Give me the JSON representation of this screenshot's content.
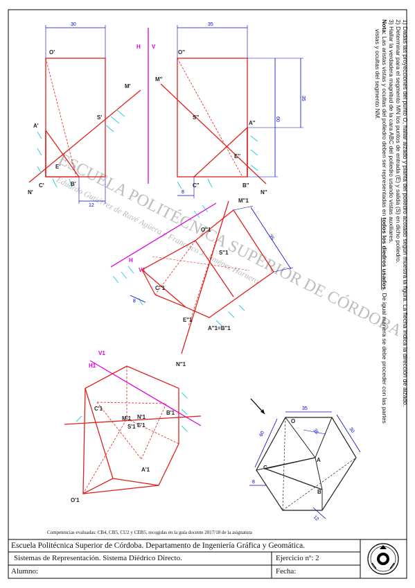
{
  "instructions": {
    "line1": "1)  Dadas las proyecciones del punto O, hallar alzado y planta del poliedro acotado según muestra la figura. La flecha indica la dirección de alzado.",
    "line2": "2)  Determinar para el segmento MN los puntos de entrada (E) y salida (S) en dicho poliedro.",
    "line3": "3)  Hallar la verdadera magnitud de la cara ABC del poliedro usando vistas auxiliares.",
    "note_label": "Nota:",
    "note_text": " Las aristas vistas y ocultas del poliedro deben ser representadas en ",
    "note_bold": "todos los diedros usados",
    "note_text2": ". De igual manera se debe proceder con las partes",
    "line5": "vistas y ocultas del segmento NM."
  },
  "labels": {
    "O1": "O'",
    "O2": "O''",
    "A1": "A'",
    "A2": "A''",
    "B1": "B'",
    "B2": "B''",
    "C1": "C'",
    "C2": "C''",
    "E1": "E'",
    "E2": "E''",
    "S1": "S'",
    "S2": "S''",
    "M1": "M'",
    "M2": "M''",
    "N1": "N'",
    "N2": "N''",
    "H": "H",
    "V": "V",
    "H1": "H",
    "V1": "V1",
    "H1b": "H1",
    "V1b": "V1",
    "O21": "O''1",
    "S21": "S''1",
    "M21": "M''1",
    "C21": "C''1",
    "E21": "E''1",
    "AB21": "A''1=B''1",
    "N21": "N''1",
    "C11": "C'1",
    "B11": "B'1",
    "M11": "M'1",
    "N11": "N'1",
    "E11": "E'1",
    "S11": "S'1",
    "A11": "A'1",
    "O11": "O'1",
    "iso_O": "O",
    "iso_A": "A",
    "iso_B": "B",
    "iso_C": "C"
  },
  "dims": {
    "d30": "30",
    "d35": "35",
    "d35v": "35",
    "d60": "60",
    "d12": "12",
    "d8": "8",
    "d35r": "35",
    "d8r": "8",
    "iso35": "35",
    "iso30": "30",
    "iso35b": "35",
    "iso60": "60",
    "iso8": "8",
    "iso12": "12"
  },
  "watermark": {
    "line1": "ESCUELA POLITÉCNICA SUPERIOR DE CÓRDOBA",
    "line2": "Eduardo Gutiérrez de Ravé Agüera y Francisco J. Jiménez Hornero"
  },
  "competencias": "Competencias evaluadas: CB4, CB5, CU2 y CEB5, recogidas en la guía docente 2017/18 de la asignatura",
  "footer": {
    "school": "Escuela Politécnica Superior de Córdoba. Departamento de Ingeniería Gráfica y Geomática.",
    "subject": "Sistemas de Representación. Sistema Diédrico Directo.",
    "exercise": "Ejercicio nº: 2",
    "student": "Alumno:",
    "date": "Fecha:"
  },
  "colors": {
    "red": "#e0201c",
    "blue": "#0000cc",
    "magenta": "#e000e0",
    "cyan": "#22c8e6",
    "dark": "#222222"
  }
}
